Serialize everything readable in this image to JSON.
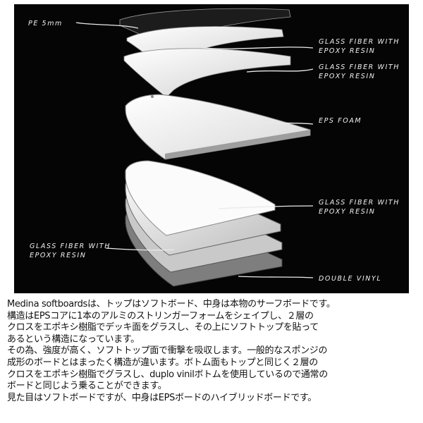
{
  "diagram": {
    "labels": {
      "pe": "PE 5mm",
      "glass_top_1": [
        "GLASS FIBER WITH",
        "EPOXY RESIN"
      ],
      "glass_top_2": [
        "GLASS FIBER WITH",
        "EPOXY RESIN"
      ],
      "eps": "EPS FOAM",
      "glass_bottom_right": [
        "GLASS FIBER WITH",
        "EPOXY RESIN"
      ],
      "glass_bottom_left": [
        "GLASS FIBER WITH",
        "EPOXY RESIN"
      ],
      "vinyl": "DOUBLE VINYL"
    }
  },
  "description": [
    "Medina softboardsは、トップはソフトボード、中身は本物のサーフボードです。",
    "構造はEPSコアに1本のアルミのストリンガーフォームをシェイプし、２層の",
    "クロスをエポキシ樹脂でデッキ面をグラスし、その上にソフトトップを貼って",
    "あるという構造になっています。",
    "その為、強度が高く、ソフトトップ面で衝撃を吸収します。一般的なスポンジの",
    "成形のボードとはまったく構造が違います。ボトム面もトップと同じく２層の",
    "クロスをエポキシ樹脂でグラスし、duplo vinilボトムを使用しているので通常の",
    "ボードと同じよう乗ることができます。",
    "見た目はソフトボードですが、中身はEPSボードのハイブリッドボードです。"
  ]
}
